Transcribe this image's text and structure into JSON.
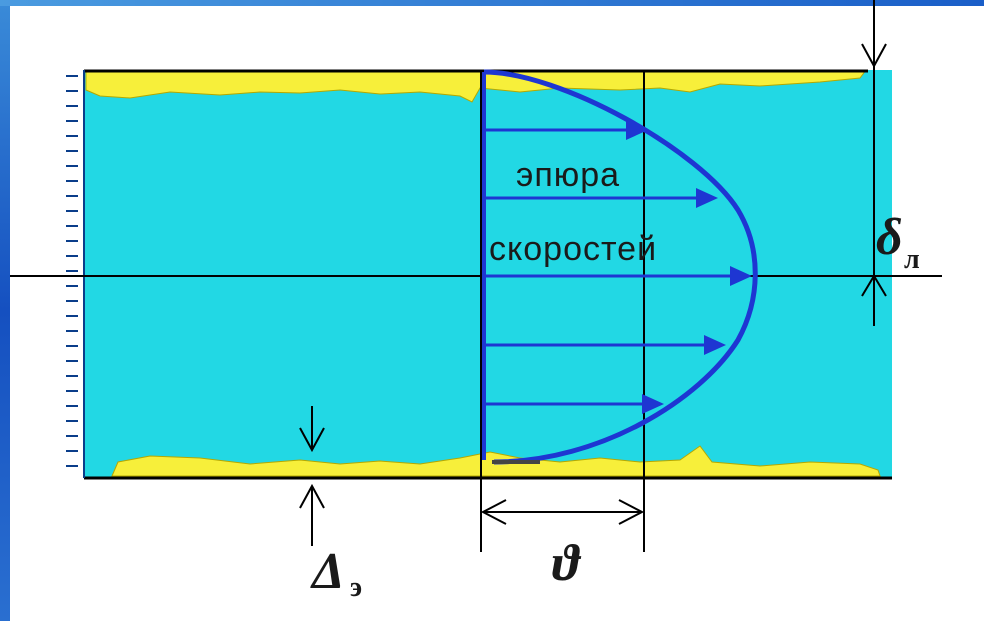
{
  "labels": {
    "line1": "эпюра",
    "line2": "скоростей",
    "velocity_symbol": "ϑ",
    "roughness_symbol": "Δ",
    "roughness_sub": "э",
    "sublayer_symbol": "δ",
    "sublayer_sub": "л"
  },
  "colors": {
    "flow": "#22d8e4",
    "deposit": "#f7ef3a",
    "profile": "#1e36d2",
    "lines": "#000000",
    "frame_blue": "#1556c8"
  }
}
